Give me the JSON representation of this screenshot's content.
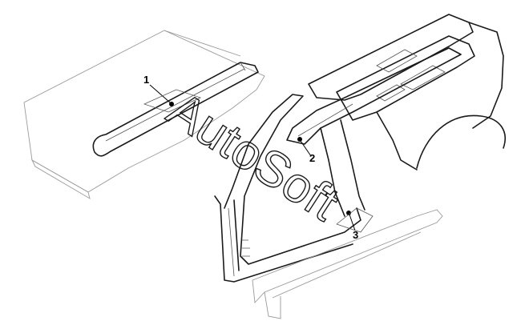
{
  "callouts": [
    {
      "id": "1",
      "label": "1"
    },
    {
      "id": "2",
      "label": "2"
    },
    {
      "id": "3",
      "label": "3"
    }
  ],
  "watermark": {
    "text": "AutoSoft"
  }
}
